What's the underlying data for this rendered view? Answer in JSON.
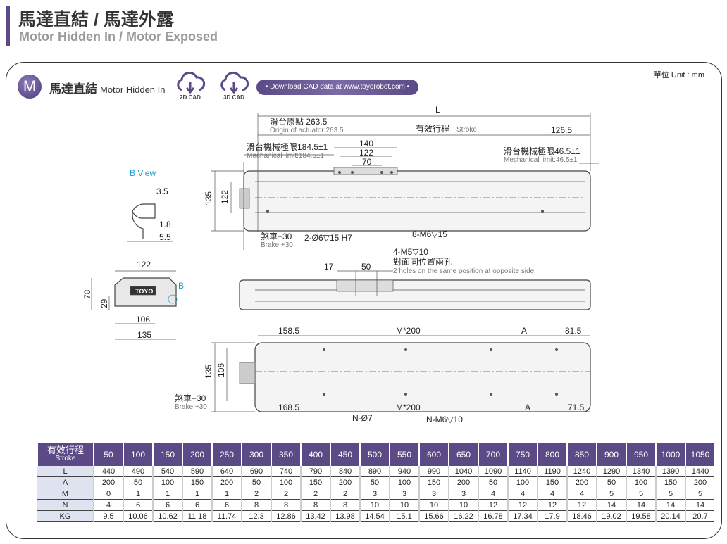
{
  "header": {
    "title": "馬達直結 / 馬達外露",
    "subtitle": "Motor Hidden In / Motor Exposed"
  },
  "panel": {
    "unit": "單位 Unit : mm",
    "badge": "M",
    "title_zh": "馬達直結",
    "title_en": "Motor Hidden In",
    "cad_2d": "2D CAD",
    "cad_3d": "3D CAD",
    "download": "• Download CAD data at www.toyorobot.com •"
  },
  "drawing": {
    "L": "L",
    "origin_zh": "滑台原點 263.5",
    "origin_en": "Origin of actuator:263.5",
    "stroke_zh": "有效行程",
    "stroke_en": "Stroke",
    "d126_5": "126.5",
    "mech_left_zh": "滑台機械極限184.5±1",
    "mech_left_en": "Mechanical limit:184.5±1",
    "mech_right_zh": "滑台機械極限46.5±1",
    "mech_right_en": "Mechanical limit:46.5±1",
    "d140": "140",
    "d122": "122",
    "d70": "70",
    "d135": "135",
    "d122v": "122",
    "brake_zh": "煞車+30",
    "brake_en": "Brake:+30",
    "holes1": "2-Ø6▽15 H7",
    "holes2": "8-M6▽15",
    "bview": "B View",
    "d3_5": "3.5",
    "d1_8": "1.8",
    "d5_5": "5.5",
    "m5": "4-M5▽10",
    "opp_zh": "對面同位置兩孔",
    "opp_en": "2 holes on the same position at opposite side.",
    "d17": "17",
    "d50": "50",
    "f122": "122",
    "f78": "78",
    "f29": "29",
    "f106": "106",
    "f135": "135",
    "b_label": "B",
    "logo": "TOYO",
    "d158_5": "158.5",
    "m200a": "M*200",
    "A1": "A",
    "d81_5": "81.5",
    "bv135": "135",
    "bv106": "106",
    "brake2_zh": "煞車+30",
    "brake2_en": "Brake:+30",
    "d168_5": "168.5",
    "m200b": "M*200",
    "A2": "A",
    "d71_5": "71.5",
    "n7": "N-Ø7",
    "nm6": "N-M6▽10"
  },
  "table": {
    "header_zh": "有效行程",
    "header_en": "Stroke",
    "strokes": [
      "50",
      "100",
      "150",
      "200",
      "250",
      "300",
      "350",
      "400",
      "450",
      "500",
      "550",
      "600",
      "650",
      "700",
      "750",
      "800",
      "850",
      "900",
      "950",
      "1000",
      "1050"
    ],
    "rows": [
      {
        "label": "L",
        "values": [
          "440",
          "490",
          "540",
          "590",
          "640",
          "690",
          "740",
          "790",
          "840",
          "890",
          "940",
          "990",
          "1040",
          "1090",
          "1140",
          "1190",
          "1240",
          "1290",
          "1340",
          "1390",
          "1440"
        ]
      },
      {
        "label": "A",
        "values": [
          "200",
          "50",
          "100",
          "150",
          "200",
          "50",
          "100",
          "150",
          "200",
          "50",
          "100",
          "150",
          "200",
          "50",
          "100",
          "150",
          "200",
          "50",
          "100",
          "150",
          "200"
        ]
      },
      {
        "label": "M",
        "values": [
          "0",
          "1",
          "1",
          "1",
          "1",
          "2",
          "2",
          "2",
          "2",
          "3",
          "3",
          "3",
          "3",
          "4",
          "4",
          "4",
          "4",
          "5",
          "5",
          "5",
          "5"
        ]
      },
      {
        "label": "N",
        "values": [
          "4",
          "6",
          "6",
          "6",
          "6",
          "8",
          "8",
          "8",
          "8",
          "10",
          "10",
          "10",
          "10",
          "12",
          "12",
          "12",
          "12",
          "14",
          "14",
          "14",
          "14"
        ]
      },
      {
        "label": "KG",
        "values": [
          "9.5",
          "10.06",
          "10.62",
          "11.18",
          "11.74",
          "12.3",
          "12.86",
          "13.42",
          "13.98",
          "14.54",
          "15.1",
          "15.66",
          "16.22",
          "16.78",
          "17.34",
          "17.9",
          "18.46",
          "19.02",
          "19.58",
          "20.14",
          "20.7"
        ]
      }
    ]
  },
  "colors": {
    "accent": "#5b4a86",
    "link": "#1e9bd7"
  }
}
